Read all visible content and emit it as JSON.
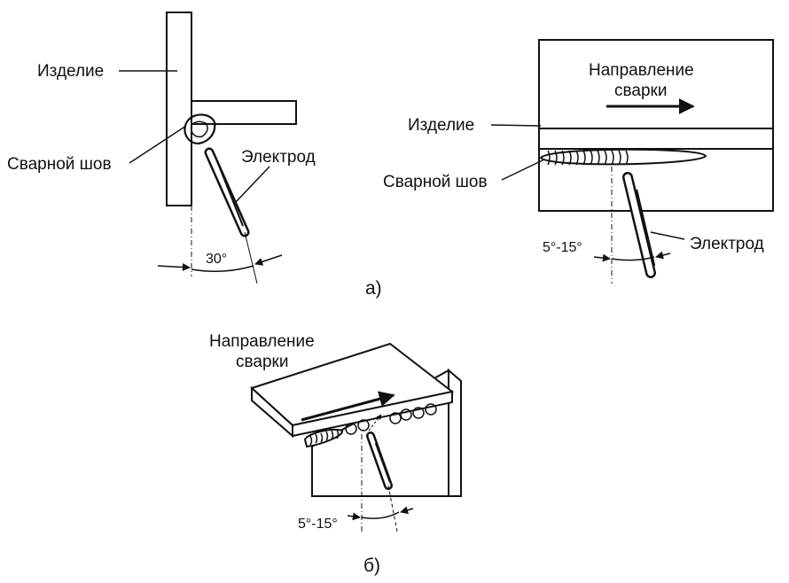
{
  "colors": {
    "ink": "#111111",
    "background": "#ffffff"
  },
  "figure_a_left": {
    "workpiece": "Изделие",
    "weld": "Сварной шов",
    "electrode": "Электрод",
    "angle": "30°"
  },
  "figure_a_right": {
    "direction_line1": "Направление",
    "direction_line2": "сварки",
    "workpiece": "Изделие",
    "weld": "Сварной шов",
    "electrode": "Электрод",
    "angle": "5°-15°"
  },
  "figure_a_caption": "а)",
  "figure_b": {
    "direction_line1": "Направление",
    "direction_line2": "сварки",
    "angle": "5°-15°",
    "caption": "б)"
  }
}
